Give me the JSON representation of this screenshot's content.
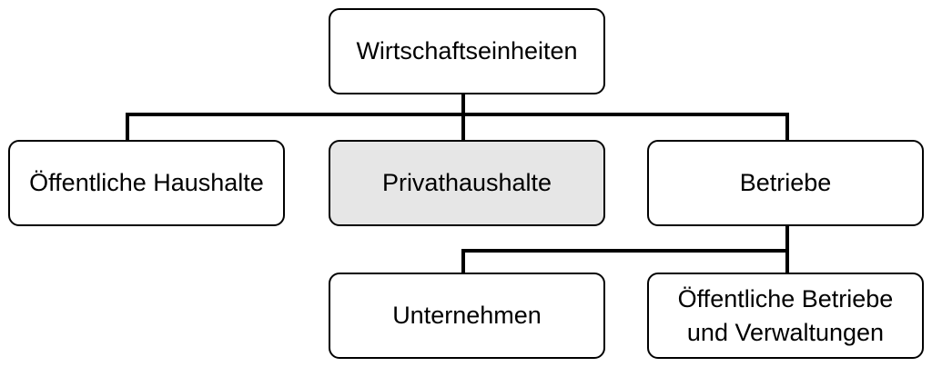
{
  "diagram": {
    "nodes": {
      "root": {
        "label": "Wirtschaftseinheiten"
      },
      "public_households": {
        "label": "Öffentliche Haushalte"
      },
      "private_households": {
        "label": "Privathaushalte",
        "highlighted": true,
        "fill": "#e6e6e6"
      },
      "firms": {
        "label": "Betriebe"
      },
      "enterprises": {
        "label": "Unternehmen"
      },
      "public_firms": {
        "label": "Öffentliche Betriebe\nund Verwaltungen"
      }
    },
    "edges": [
      {
        "from": "root",
        "to": "public_households"
      },
      {
        "from": "root",
        "to": "private_households"
      },
      {
        "from": "root",
        "to": "firms"
      },
      {
        "from": "firms",
        "to": "enterprises"
      },
      {
        "from": "firms",
        "to": "public_firms"
      }
    ],
    "colors": {
      "stroke": "#000000",
      "box_fill": "#ffffff",
      "highlight_fill": "#e6e6e6"
    }
  }
}
